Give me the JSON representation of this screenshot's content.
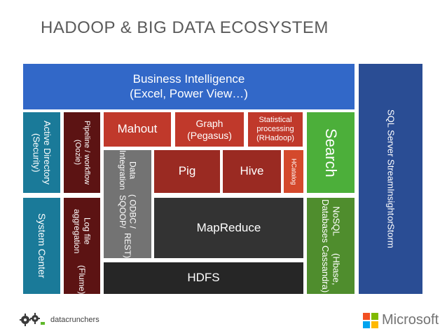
{
  "title": "HADOOP & BIG DATA ECOSYSTEM",
  "bi": {
    "line1": "Business Intelligence",
    "line2": "(Excel, Power View…)"
  },
  "active_directory": "Active Directory (Security)",
  "pipeline": "Pipeline / workflow (Oozie)",
  "mahout": "Mahout",
  "graph": {
    "line1": "Graph",
    "line2": "(Pegasus)"
  },
  "statistical": {
    "line1": "Statistical",
    "line2": "processing",
    "line3": "(RHadoop)"
  },
  "search": "Search",
  "streaminsight": {
    "line1": "SQL Server StreamInsight",
    "line2": "or",
    "line3": "Storm"
  },
  "data_integration": {
    "line1": "Data Integration",
    "line2": "( ODBC / SQOOP/",
    "line3": "REST)"
  },
  "pig": "Pig",
  "hive": "Hive",
  "hcatalog": "HCatalog",
  "system_center": "System Center",
  "log_aggregation": {
    "line1": "Log file aggregation",
    "line2": "(Flume)"
  },
  "mapreduce": "MapReduce",
  "nosql": {
    "line1": "NoSQL Databases",
    "line2": "(Hbase, Cassandra)"
  },
  "hdfs": "HDFS",
  "footer": {
    "datacrunchers": "datacrunchers",
    "microsoft": "Microsoft"
  },
  "colors": {
    "blue": "#3268c8",
    "navy": "#2a4d94",
    "teal": "#1a7a99",
    "maroon": "#5c1313",
    "red": "#c0392b",
    "gray": "#737373",
    "dark": "#333333",
    "green": "#4caf3a",
    "ms_red": "#f25022",
    "ms_green": "#7fba00",
    "ms_blue": "#00a4ef",
    "ms_yellow": "#ffb900"
  },
  "icons": [
    "datacrunchers-gear-logo",
    "microsoft-logo"
  ]
}
